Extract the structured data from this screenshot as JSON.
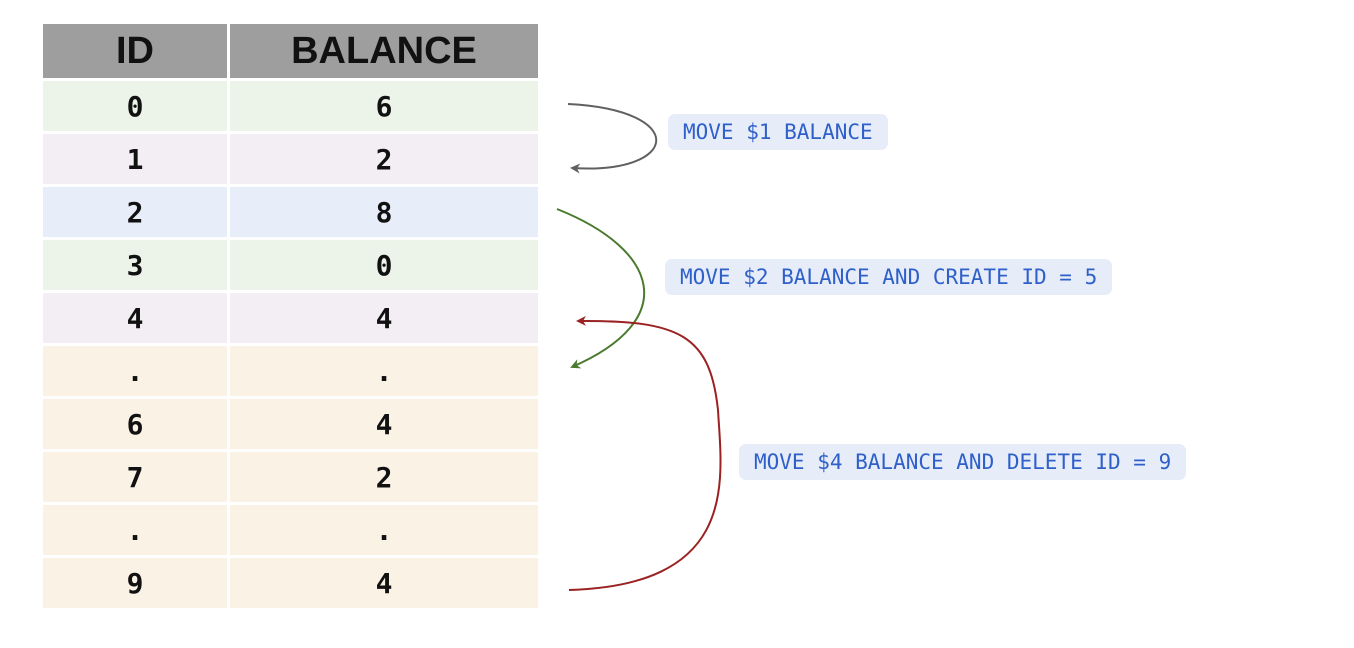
{
  "table": {
    "headers": [
      "ID",
      "BALANCE"
    ],
    "rows": [
      {
        "id": "0",
        "balance": "6",
        "tint": "green"
      },
      {
        "id": "1",
        "balance": "2",
        "tint": "purple"
      },
      {
        "id": "2",
        "balance": "8",
        "tint": "blue"
      },
      {
        "id": "3",
        "balance": "0",
        "tint": "green"
      },
      {
        "id": "4",
        "balance": "4",
        "tint": "purple"
      },
      {
        "id": ".",
        "balance": ".",
        "tint": "tan"
      },
      {
        "id": "6",
        "balance": "4",
        "tint": "tan"
      },
      {
        "id": "7",
        "balance": "2",
        "tint": "tan"
      },
      {
        "id": ".",
        "balance": ".",
        "tint": "tan"
      },
      {
        "id": "9",
        "balance": "4",
        "tint": "tan"
      }
    ]
  },
  "annotations": {
    "move1": "MOVE $1 BALANCE",
    "move2": "MOVE $2 BALANCE AND CREATE ID = 5",
    "move4": "MOVE $4 BALANCE AND DELETE ID = 9"
  },
  "colors": {
    "arrow1": "#606060",
    "arrow2": "#4a7a2e",
    "arrow3": "#9b2222",
    "label_text": "#2f5fc9",
    "label_bg": "#e6edf9"
  }
}
